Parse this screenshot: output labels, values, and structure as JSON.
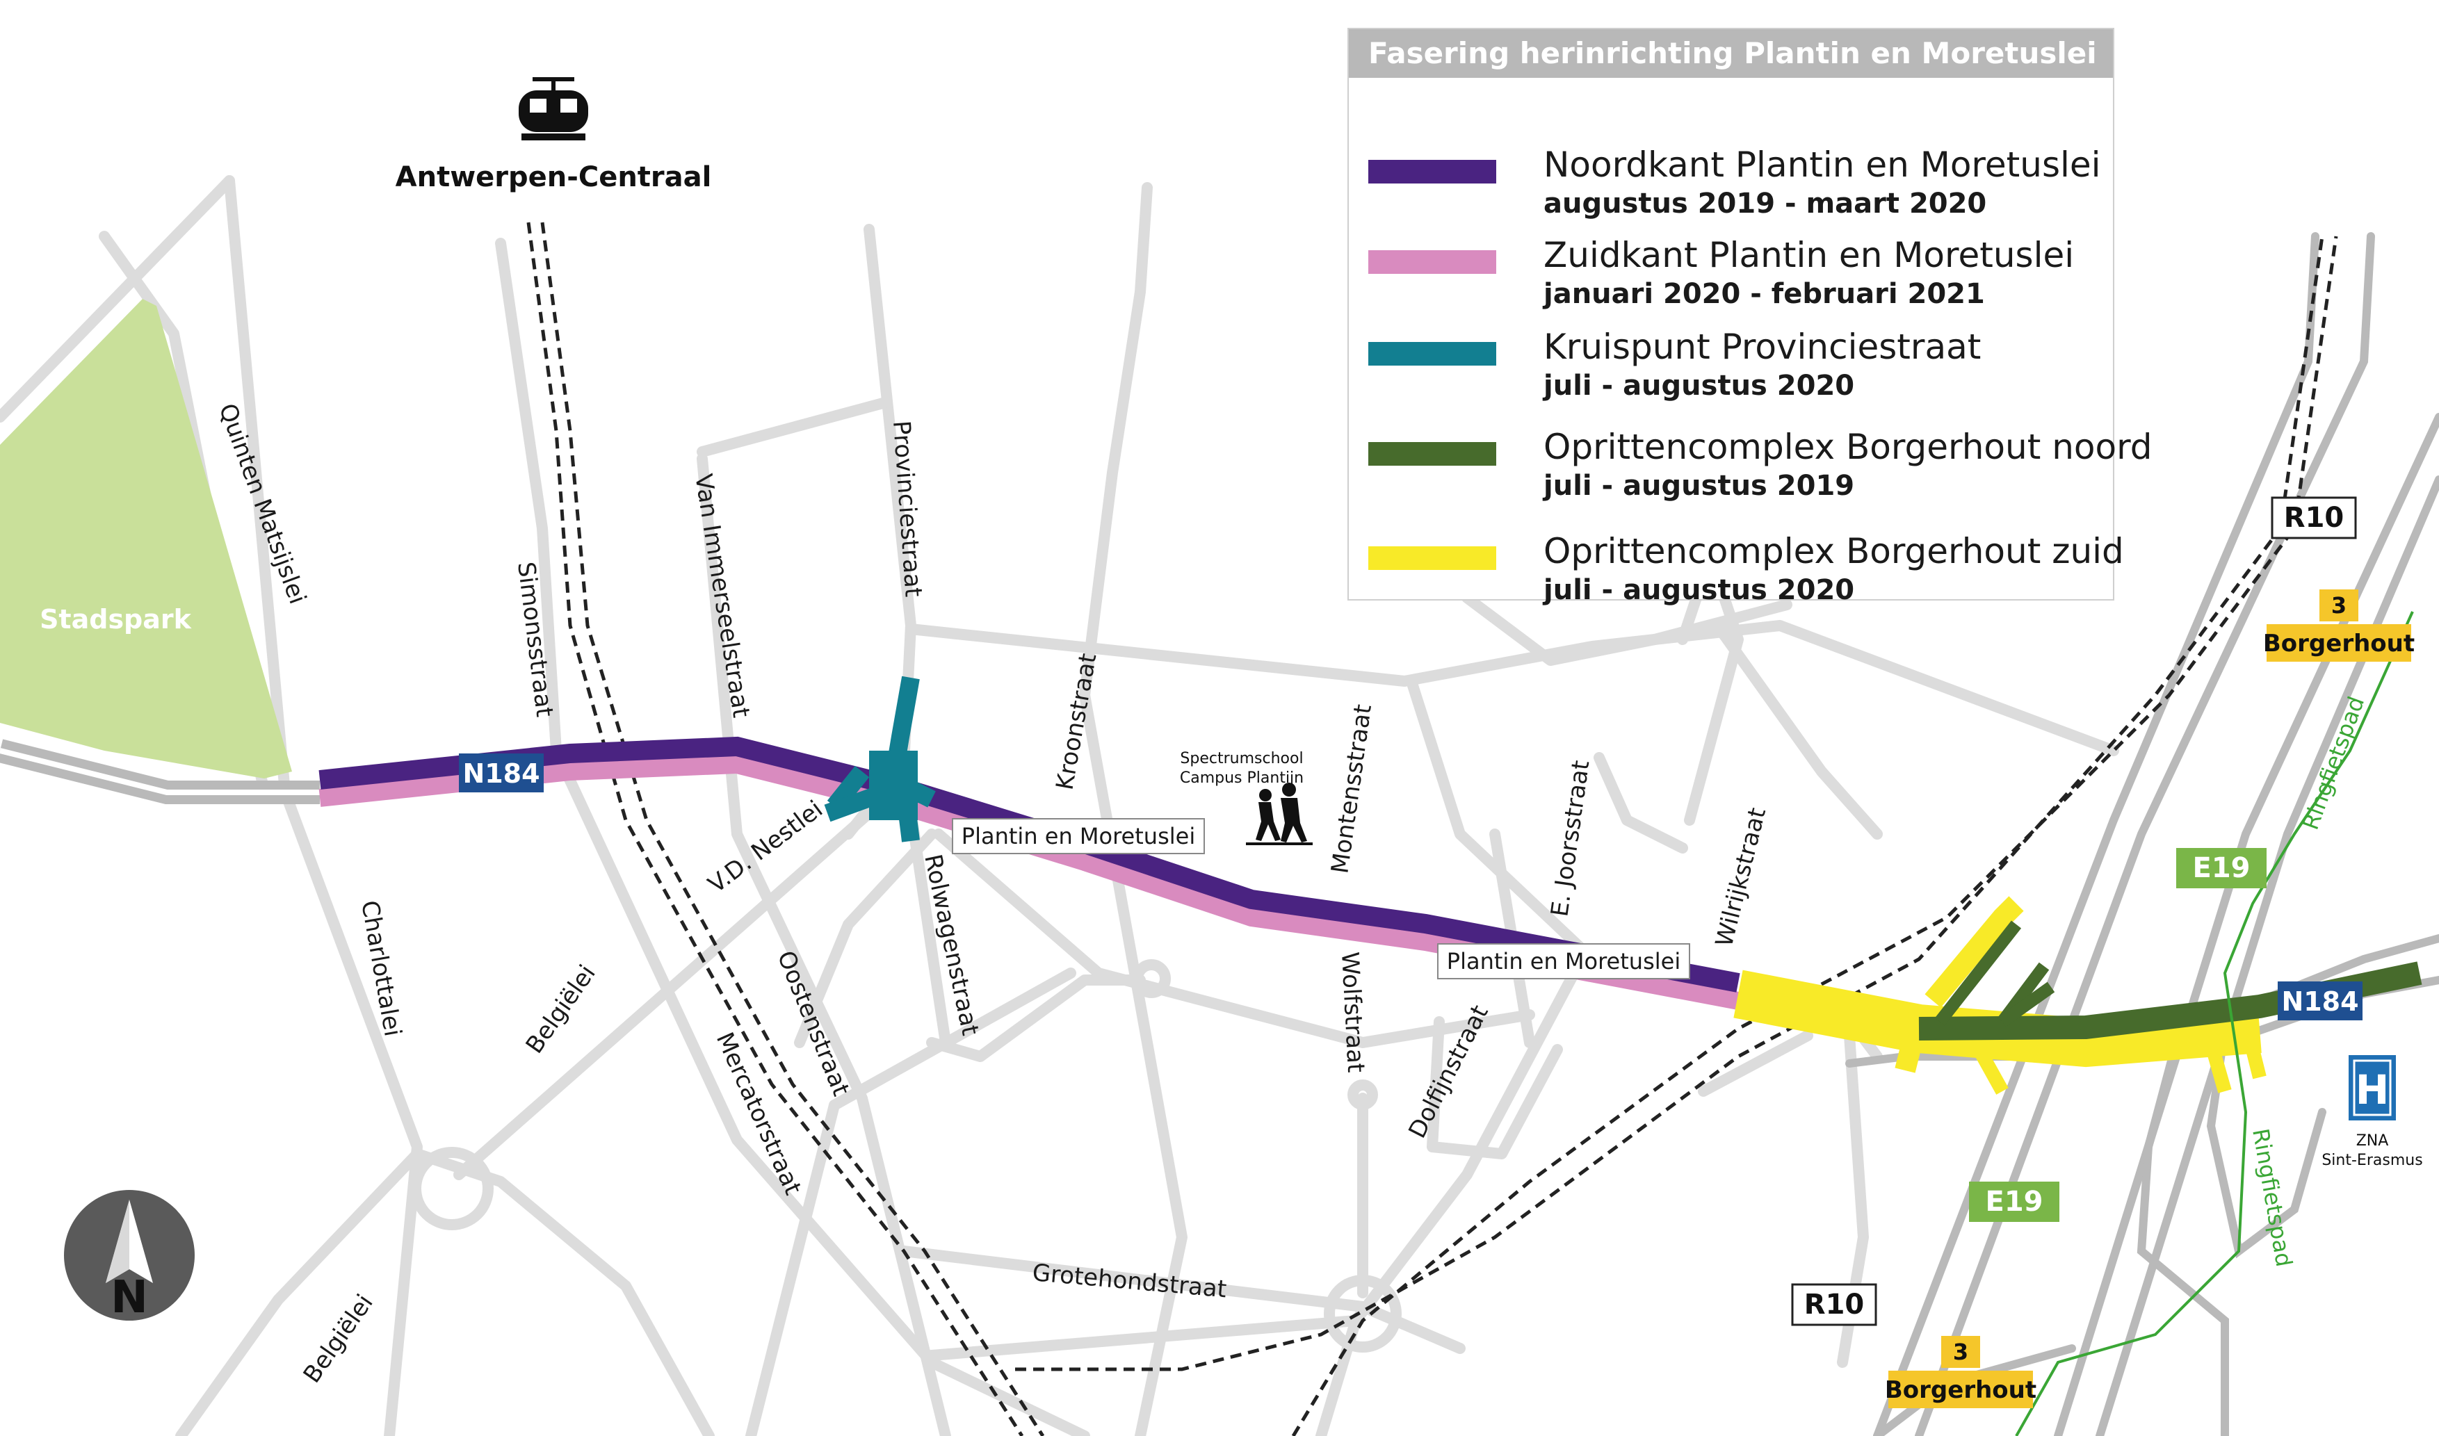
{
  "station": {
    "label": "Antwerpen-Centraal",
    "icon": "train-icon"
  },
  "park": {
    "label": "Stadspark",
    "color": "#c9e09a"
  },
  "legend": {
    "title": "Fasering herinrichting Plantin en Moretuslei",
    "items": [
      {
        "name": "Noordkant Plantin en Moretuslei",
        "dates": "augustus 2019 - maart 2020",
        "color": "#4a2381"
      },
      {
        "name": "Zuidkant Plantin en Moretuslei",
        "dates": "januari 2020 - februari 2021",
        "color": "#d98bbf"
      },
      {
        "name": "Kruispunt Provinciestraat",
        "dates": "juli - augustus 2020",
        "color": "#127f91"
      },
      {
        "name": "Oprittencomplex Borgerhout noord",
        "dates": "juli - augustus 2019",
        "color": "#476b2c"
      },
      {
        "name": "Oprittencomplex Borgerhout zuid",
        "dates": "juli - augustus 2020",
        "color": "#f8ea28"
      }
    ]
  },
  "streets": {
    "quinten_matsijslei": "Quinten Matsijslei",
    "simonsstraat": "Simonsstraat",
    "van_immerseelstraat": "Van Immerseelstraat",
    "provinciestraat": "Provinciestraat",
    "kroonstraat": "Kroonstraat",
    "montensstraat": "Montensstraat",
    "e_joorsstraat": "E. Joorsstraat",
    "wilrijkstraat": "Wilrijkstraat",
    "charlottalei": "Charlottalei",
    "belgielei_1": "Belgiëlei",
    "belgielei_2": "Belgiëlei",
    "vd_nestlei": "V.D. Nestlei",
    "oostenstraat": "Oostenstraat",
    "mercatorstraat": "Mercatorstraat",
    "rolwagenstraat": "Rolwagenstraat",
    "wolfstraat": "Wolfstraat",
    "dolfijnstraat": "Dolfijnstraat",
    "grotehondstraat": "Grotehondstraat",
    "ringfietspad_1": "Ringfietspad",
    "ringfietspad_2": "Ringfietspad"
  },
  "boxed_labels": {
    "main_1": "Plantin en Moretuslei",
    "main_2": "Plantin en Moretuslei"
  },
  "school": {
    "line1": "Spectrumschool",
    "line2": "Campus Plantijn",
    "icon": "school-children-icon"
  },
  "hospital": {
    "symbol": "H",
    "line1": "ZNA",
    "line2": "Sint-Erasmus",
    "color": "#1f6fb4",
    "icon": "hospital-icon"
  },
  "road_shields": {
    "n184_west": "N184",
    "n184_east": "N184",
    "r10_north": "R10",
    "r10_south": "R10",
    "e19_north": "E19",
    "e19_south": "E19",
    "exit_north_number": "3",
    "exit_north_name": "Borgerhout",
    "exit_south_number": "3",
    "exit_south_name": "Borgerhout"
  },
  "north_arrow": {
    "label": "N",
    "icon": "north-arrow-icon"
  },
  "colors": {
    "street": "#dcdcdc",
    "highway": "#b9b9b9",
    "n184_shield": "#1f4f91",
    "e19_shield": "#7ab648",
    "exit_shield": "#f5c62a",
    "cycle_path": "#3aa635"
  }
}
